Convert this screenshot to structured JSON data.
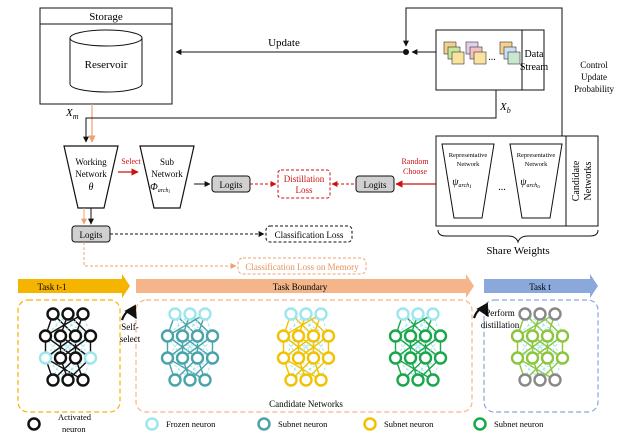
{
  "top": {
    "storage_title": "Storage",
    "reservoir": "Reservoir",
    "update": "Update",
    "data_stream_1": "Data",
    "data_stream_2": "Stream",
    "control_1": "Control",
    "control_2": "Update",
    "control_3": "Probability",
    "xm": "X",
    "xm_sub": "m",
    "xb": "X",
    "xb_sub": "b",
    "working_1": "Working",
    "working_2": "Network",
    "working_3": "θ",
    "select": "Select",
    "sub_1": "Sub",
    "sub_2": "Network",
    "sub_3": "Φ",
    "sub_3_sub": "arch",
    "sub_3_subsub": "i",
    "logits_sub": "Logits",
    "logits_rep": "Logits",
    "logits_main": "Logits",
    "distill_1": "Distillation",
    "distill_2": "Loss",
    "random_1": "Random",
    "random_2": "Choose",
    "rep_1": "Representative",
    "rep_2": "Network",
    "psi": "ψ",
    "psi_sub": "arch",
    "psi_1": "1",
    "psi_n": "n",
    "ellipsis": "...",
    "candidate_1": "Candidate",
    "candidate_2": "Networks",
    "share_weights": "Share Weights",
    "classification_loss": "Classification Loss",
    "classification_loss_memory": "Classification Loss on Memory"
  },
  "bottom": {
    "task_prev": "Task t-1",
    "task_boundary": "Task Boundary",
    "task_next": "Task t",
    "self_select_1": "Self-",
    "self_select_2": "select",
    "perform_1": "Perform",
    "perform_2": "distillation",
    "candidate_networks": "Candidate Networks"
  },
  "legend": {
    "activated_1": "Activated",
    "activated_2": "neuron",
    "frozen": "Frozen neuron",
    "subnet_1": "Subnet neuron",
    "subnet_2": "Subnet neuron",
    "subnet_3": "Subnet neuron"
  },
  "colors": {
    "orange": "#f0a070",
    "red": "#cc1111",
    "task_prev": "#f5b400",
    "task_boundary": "#f5b58a",
    "task_next": "#8aa8dc",
    "frozen": "#9ee6ee",
    "teal": "#4aa3a8",
    "yellow": "#f2c200",
    "green": "#1aa64a",
    "olive": "#8cc63e"
  }
}
